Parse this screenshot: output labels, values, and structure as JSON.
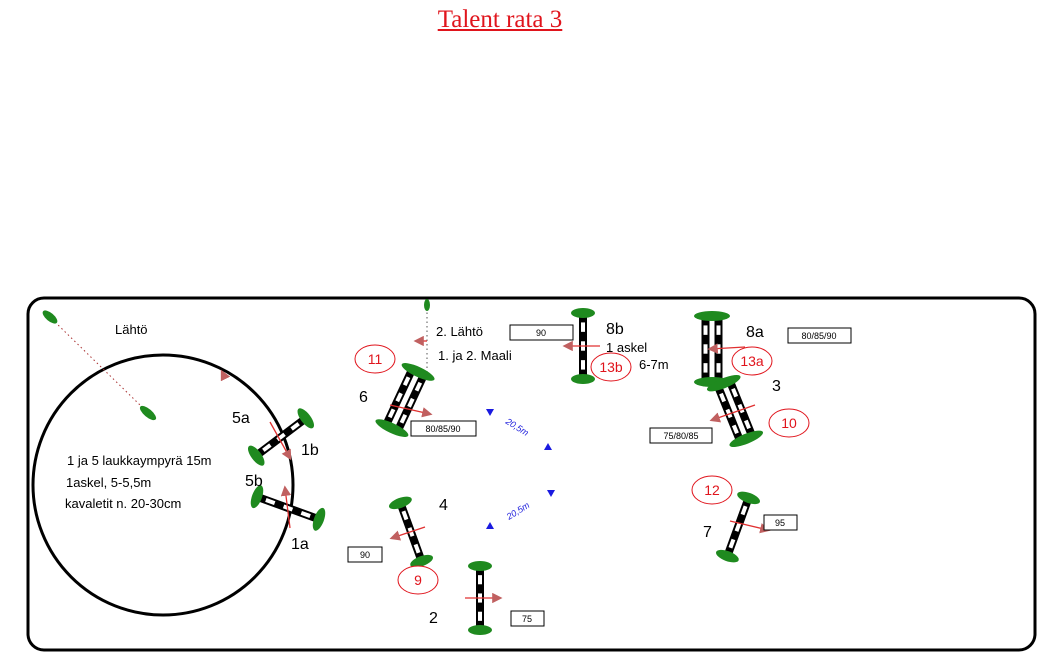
{
  "title": "Talent rata 3",
  "labels": {
    "start": "Lähtö",
    "start2": "2. Lähtö",
    "finish": "1. ja 2. Maali",
    "circle_note_1": "1 ja 5 laukkaympyrä 15m",
    "circle_note_2": "1askel, 5-5,5m",
    "circle_note_3": "kavaletit n. 20-30cm",
    "one_stride": "1 askel",
    "distance_8": "6-7m",
    "distance_a": "20,5m",
    "distance_b": "20,5m"
  },
  "jumps": {
    "j5a": "5a",
    "j1b": "1b",
    "j5b": "5b",
    "j1a": "1a",
    "j6": "6",
    "j8b": "8b",
    "j8a": "8a",
    "j3": "3",
    "j4": "4",
    "j2": "2",
    "j7": "7"
  },
  "heights": {
    "h8b": "90",
    "h8a": "80/85/90",
    "h6": "80/85/90",
    "h3": "75/80/85",
    "h7": "95",
    "h4": "90",
    "h2": "75"
  },
  "round2_numbers": {
    "n11": "11",
    "n13b": "13b",
    "n13a": "13a",
    "n10": "10",
    "n12": "12",
    "n9": "9"
  },
  "colors": {
    "title": "#e0141c",
    "wing": "#1f8a1f",
    "arrow": "#c85a5a",
    "distance": "#2222dd"
  }
}
